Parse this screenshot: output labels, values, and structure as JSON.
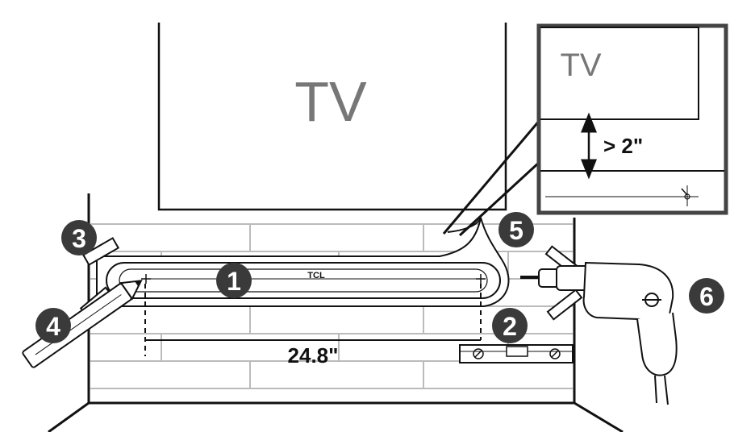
{
  "tv": {
    "label": "TV"
  },
  "inset": {
    "tv_label": "TV",
    "clearance_label": "> 2\""
  },
  "soundbar": {
    "brand": "TCL"
  },
  "measurement": {
    "width_label": "24.8\""
  },
  "steps": [
    "1",
    "2",
    "3",
    "4",
    "5",
    "6"
  ],
  "colors": {
    "line": "#111111",
    "step_badge": "#3a3a3a",
    "tv_text": "#777777",
    "wall": "#bbbbbb"
  }
}
